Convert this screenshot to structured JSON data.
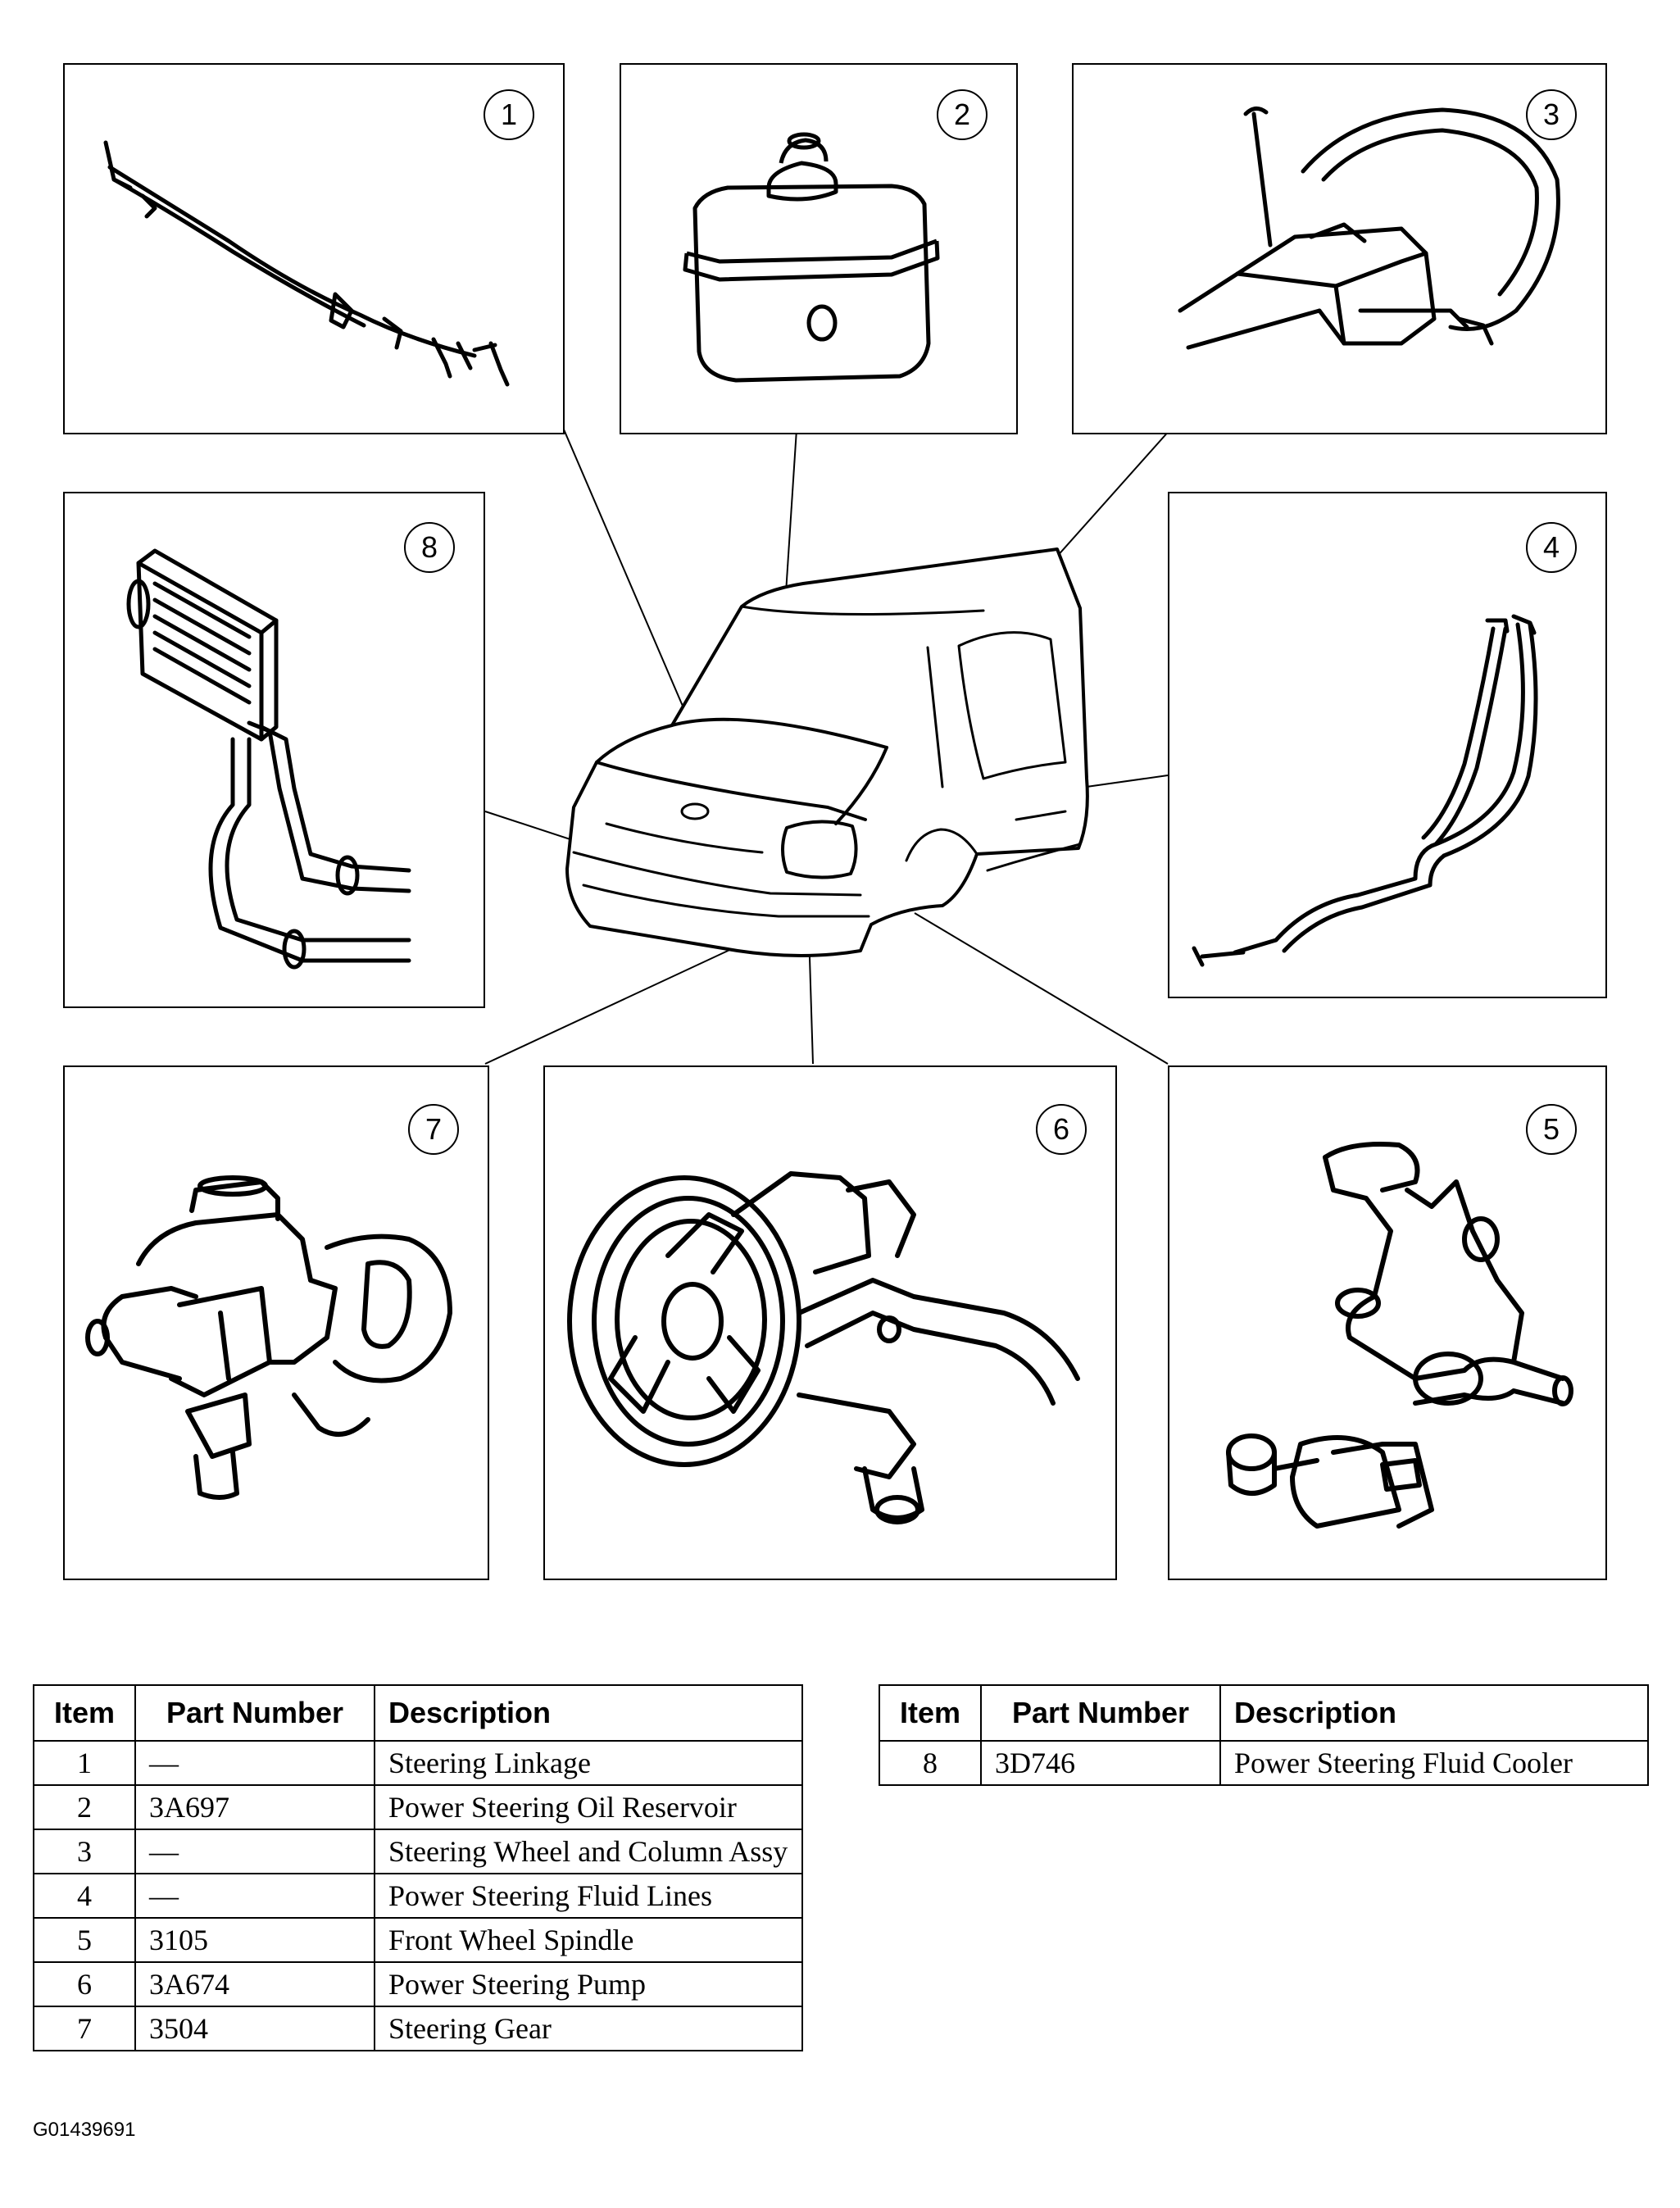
{
  "callouts": [
    {
      "label": "1",
      "part": "steering-linkage-illustration"
    },
    {
      "label": "2",
      "part": "oil-reservoir-illustration"
    },
    {
      "label": "3",
      "part": "steering-wheel-column-illustration"
    },
    {
      "label": "4",
      "part": "fluid-lines-illustration"
    },
    {
      "label": "5",
      "part": "wheel-spindle-illustration"
    },
    {
      "label": "6",
      "part": "steering-pump-illustration"
    },
    {
      "label": "7",
      "part": "steering-gear-illustration"
    },
    {
      "label": "8",
      "part": "fluid-cooler-illustration"
    }
  ],
  "table_left": {
    "headers": {
      "item": "Item",
      "part_number": "Part Number",
      "description": "Description"
    },
    "rows": [
      {
        "item": "1",
        "part_number": "—",
        "description": "Steering Linkage"
      },
      {
        "item": "2",
        "part_number": "3A697",
        "description": "Power Steering Oil Reservoir"
      },
      {
        "item": "3",
        "part_number": "—",
        "description": "Steering Wheel and Column Assy"
      },
      {
        "item": "4",
        "part_number": "—",
        "description": "Power Steering Fluid Lines"
      },
      {
        "item": "5",
        "part_number": "3105",
        "description": "Front Wheel Spindle"
      },
      {
        "item": "6",
        "part_number": "3A674",
        "description": "Power Steering Pump"
      },
      {
        "item": "7",
        "part_number": "3504",
        "description": "Steering Gear"
      }
    ]
  },
  "table_right": {
    "headers": {
      "item": "Item",
      "part_number": "Part Number",
      "description": "Description"
    },
    "rows": [
      {
        "item": "8",
        "part_number": "3D746",
        "description": "Power Steering Fluid Cooler"
      }
    ]
  },
  "figure_id": "G01439691"
}
